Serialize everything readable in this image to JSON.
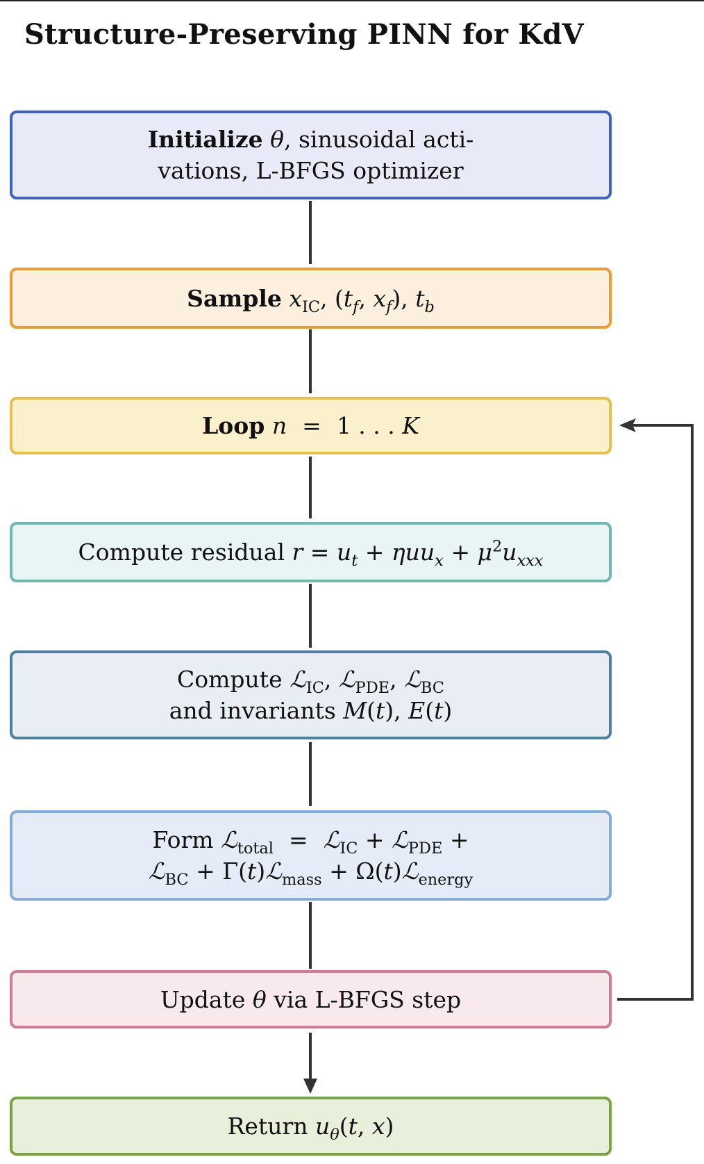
{
  "title": "Structure-Preserving PINN for KdV",
  "colors": {
    "init": {
      "fill": "#e8ebf7",
      "border": "#3d62c4"
    },
    "sample": {
      "fill": "#fcefde",
      "border": "#ef9a38"
    },
    "loop": {
      "fill": "#faf0cc",
      "border": "#e7c04a"
    },
    "residual": {
      "fill": "#e8f5f4",
      "border": "#6cb8b2"
    },
    "losses": {
      "fill": "#e8eef3",
      "border": "#4d7fa3"
    },
    "total": {
      "fill": "#e5ecf7",
      "border": "#84abd9"
    },
    "update": {
      "fill": "#f8e9ed",
      "border": "#d17b96"
    },
    "return": {
      "fill": "#e8efdb",
      "border": "#77a640"
    },
    "connector": "#333333"
  },
  "steps": {
    "init": {
      "label": "Initialize",
      "theta": "θ",
      "line1_rest": ", sinusoidal acti-",
      "line2": "vations, L-BFGS optimizer"
    },
    "sample": {
      "label": "Sample",
      "x": "x",
      "x_sub": "IC",
      "comma1": ", (",
      "tf": "t",
      "tf_sub": "f",
      "comma2": ", ",
      "xf": "x",
      "xf_sub": "f",
      "close": "), ",
      "tb": "t",
      "tb_sub": "b"
    },
    "loop": {
      "label": "Loop",
      "n": "n",
      "eq": "=",
      "range_start": "1 . . . ",
      "K": "K"
    },
    "residual": {
      "prefix": "Compute residual",
      "r": "r",
      "eq": "=",
      "ut": "u",
      "ut_sub": "t",
      "plus1": "+",
      "eta_uux": "ηuu",
      "ux_sub": "x",
      "plus2": "+",
      "mu": "μ",
      "mu_sup": "2",
      "u": "u",
      "uxxx_sub": "xxx"
    },
    "losses": {
      "prefix": "Compute",
      "L1": "ℒ",
      "L1_sub": "IC",
      "L2": "ℒ",
      "L2_sub": "PDE",
      "L3": "ℒ",
      "L3_sub": "BC",
      "line2_prefix": "and invariants",
      "M": "M",
      "t1": "t",
      "E": "E",
      "t2": "t"
    },
    "total": {
      "prefix": "Form",
      "Lt": "ℒ",
      "Lt_sub": "total",
      "eq": "=",
      "L_ic": "ℒ",
      "ic_sub": "IC",
      "plus": "+",
      "L_pde": "ℒ",
      "pde_sub": "PDE",
      "L_bc": "ℒ",
      "bc_sub": "BC",
      "gamma": "Γ",
      "t": "t",
      "L_mass": "ℒ",
      "mass_sub": "mass",
      "omega": "Ω",
      "L_energy": "ℒ",
      "energy_sub": "energy"
    },
    "update": {
      "prefix": "Update",
      "theta": "θ",
      "suffix": "via L-BFGS step"
    },
    "return": {
      "prefix": "Return",
      "u": "u",
      "u_sub": "θ",
      "args_open": "(",
      "t": "t",
      "comma": ", ",
      "x": "x",
      "args_close": ")"
    }
  }
}
